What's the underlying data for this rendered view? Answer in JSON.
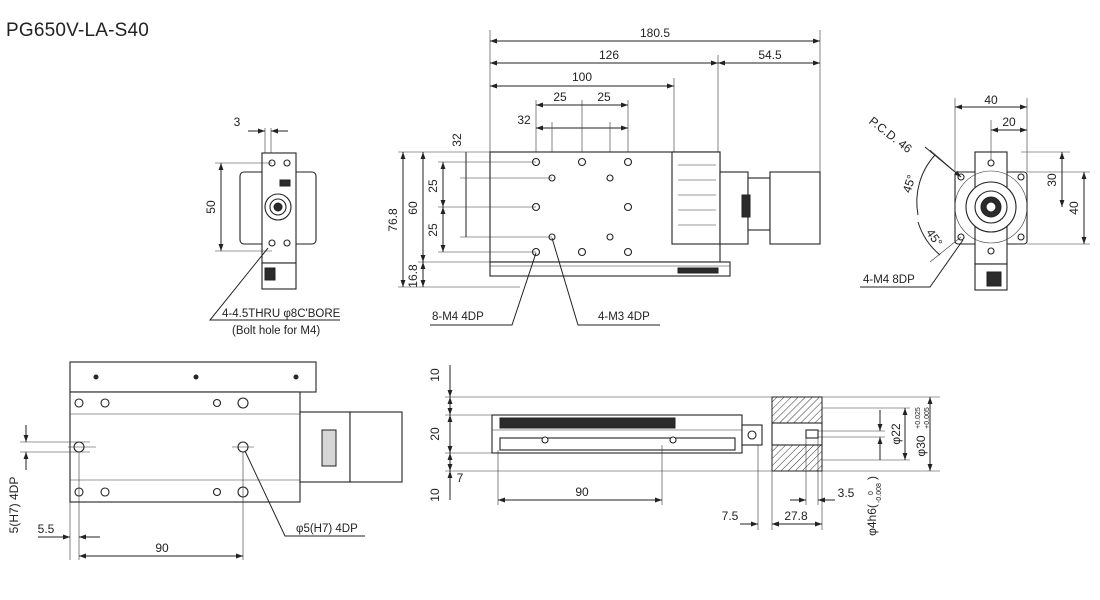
{
  "title": "PG650V-LA-S40",
  "top_view": {
    "dims": {
      "overall": "180.5",
      "body": "126",
      "motor": "54.5",
      "table": "100",
      "hole_pitch_a": "25",
      "hole_pitch_b": "25",
      "offset": "32",
      "height_total": "76.8",
      "height_table": "60",
      "height_low": "16.8",
      "vpitch_a": "25",
      "vpitch_b": "25",
      "vtop": "32"
    },
    "labels": {
      "m4_holes": "8-M4 4DP",
      "m3_holes": "4-M3 4DP"
    }
  },
  "left_view": {
    "dims": {
      "width": "3",
      "height": "50"
    },
    "labels": {
      "thru_hole": "4-4.5THRU φ8C'BORE",
      "thru_note": "(Bolt hole for M4)"
    }
  },
  "right_view": {
    "dims": {
      "w40": "40",
      "w20": "20",
      "h30": "30",
      "h40": "40",
      "angle1": "45°",
      "angle2": "45°",
      "pcd": "P.C.D. 46"
    },
    "labels": {
      "m4_holes": "4-M4 8DP"
    }
  },
  "bottom_view": {
    "dims": {
      "pin_left": "5.5",
      "span": "90",
      "pin_h7": "5(H7) 4DP"
    },
    "labels": {
      "pin_hole": "φ5(H7) 4DP"
    }
  },
  "side_view": {
    "dims": {
      "t10": "10",
      "t20": "20",
      "t7": "7",
      "t10b": "10",
      "span": "90",
      "d7_5": "7.5",
      "d27_8": "27.8",
      "d3_5": "3.5"
    },
    "labels": {
      "phi22": "φ22",
      "phi30": "φ30",
      "phi30_tol": "+0.025",
      "phi30_tol2": "+0.005",
      "phi4": "φ4h6(",
      "phi4_tol": "0",
      "phi4_tol2": "-0.008",
      "phi4_close": ")"
    }
  }
}
